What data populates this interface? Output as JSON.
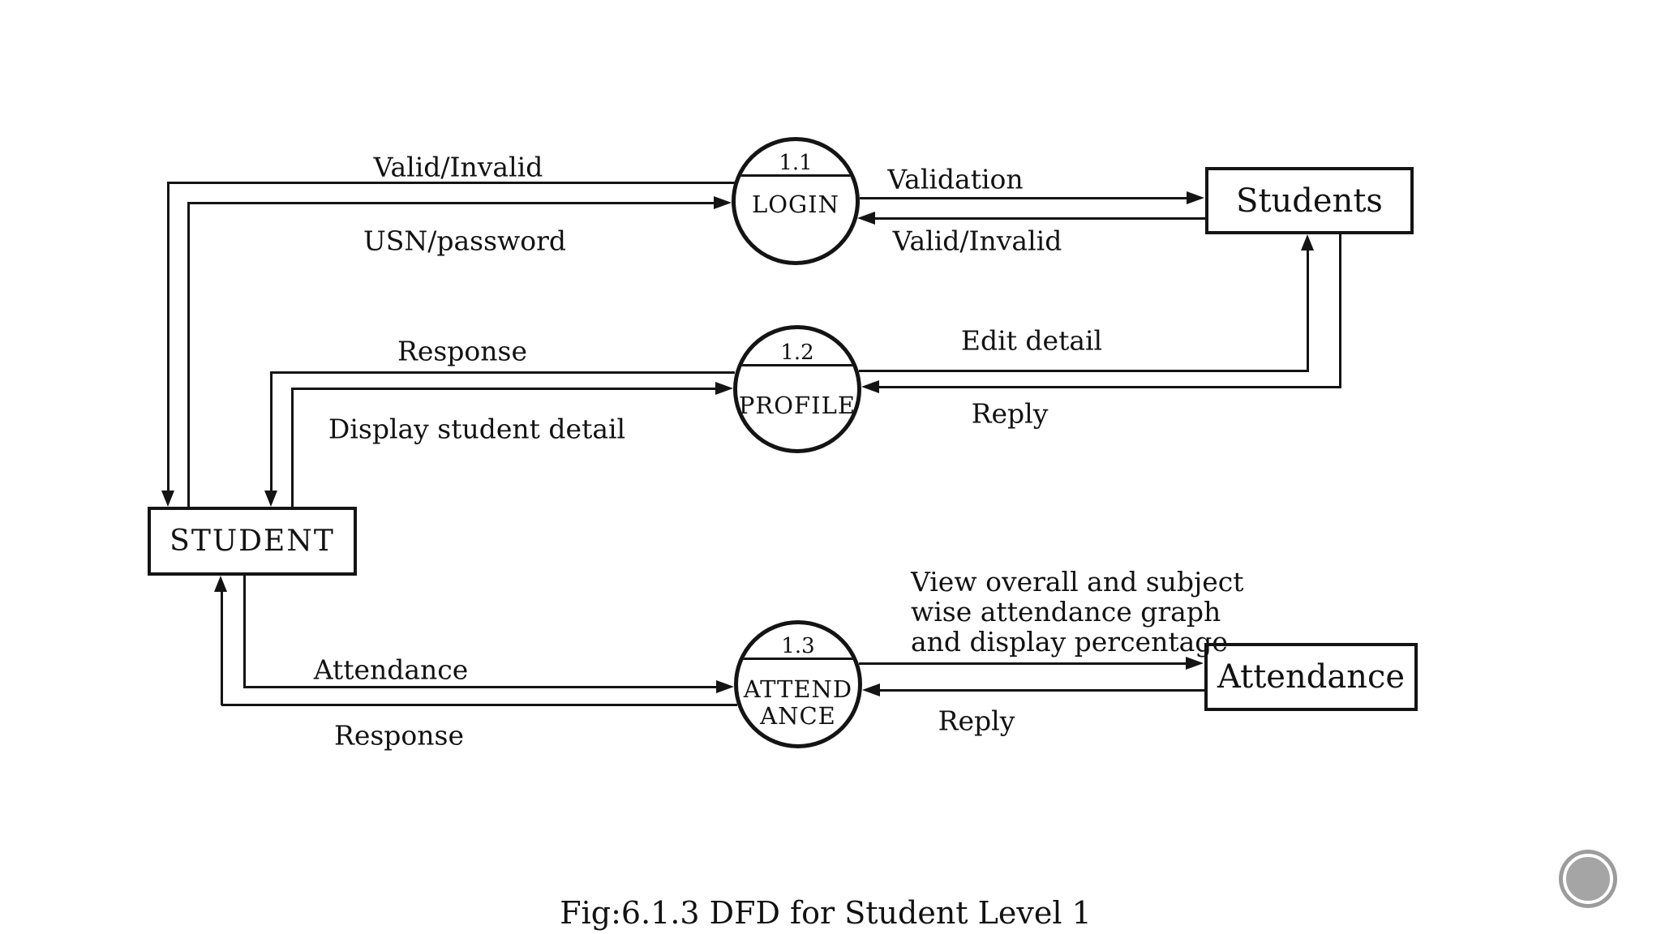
{
  "diagram": {
    "caption": "Fig:6.1.3 DFD for Student Level 1",
    "entities": {
      "student": "STUDENT",
      "students": "Students",
      "attendance_store": "Attendance"
    },
    "processes": [
      {
        "id": "1.1",
        "name": "LOGIN"
      },
      {
        "id": "1.2",
        "name": "PROFILE"
      },
      {
        "id": "1.3",
        "name_line1": "ATTEND",
        "name_line2": "ANCE"
      }
    ],
    "flows": {
      "valid_invalid_left": "Valid/Invalid",
      "usn_password": "USN/password",
      "validation": "Validation",
      "valid_invalid_right": "Valid/Invalid",
      "response_profile": "Response",
      "display_student_detail": "Display student detail",
      "edit_detail": "Edit detail",
      "reply_profile": "Reply",
      "view_overall_line1": "View overall and subject",
      "view_overall_line2": "wise attendance graph",
      "view_overall_line3": "and display percentage",
      "attendance_request": "Attendance",
      "response_attendance": "Response",
      "reply_attendance": "Reply"
    },
    "colors": {
      "ink": "#141414",
      "background": "#ffffff",
      "badge_gray": "#9c9c9c"
    }
  }
}
